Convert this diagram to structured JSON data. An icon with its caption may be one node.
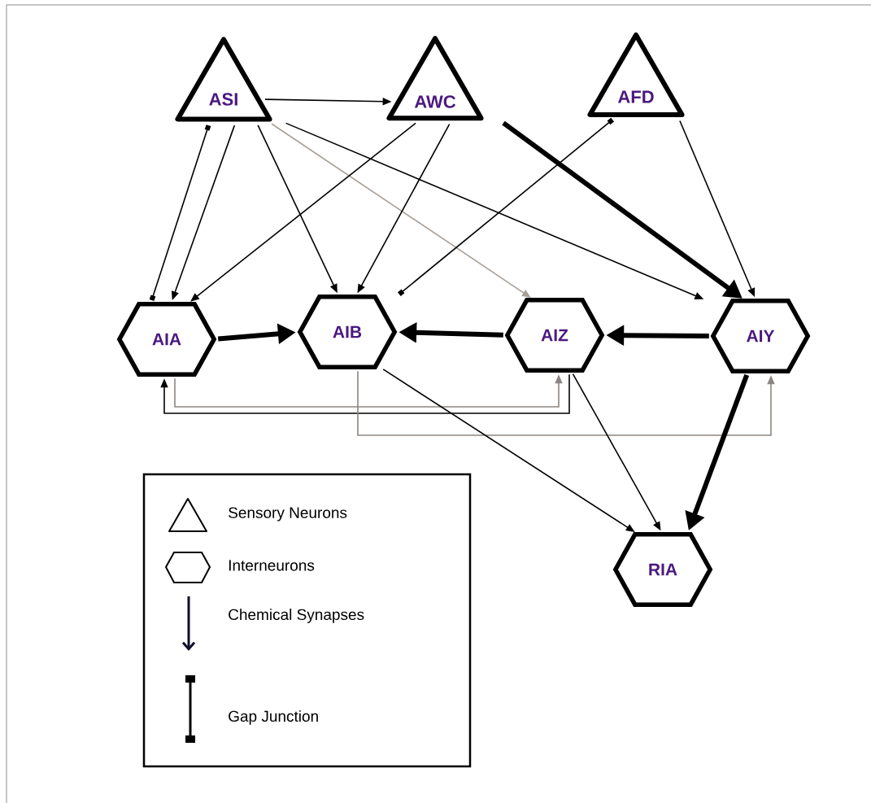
{
  "diagram": {
    "nodes": [
      {
        "text": [
          "ASI"
        ]
      },
      {
        "text": [
          "AWC"
        ]
      },
      {
        "text": [
          "AFD"
        ]
      },
      {
        "text": [
          "AIA"
        ]
      },
      {
        "text": [
          "AIB"
        ]
      },
      {
        "text": [
          "AIZ"
        ]
      },
      {
        "text": [
          "AIY"
        ]
      },
      {
        "text": [
          "RIA"
        ]
      }
    ],
    "edges": [
      {
        "from": 0,
        "to": 1,
        "arrow": "to"
      },
      {
        "from": 0,
        "to": 3,
        "arrow": "other"
      },
      {
        "from": 0,
        "to": 3,
        "arrow": "to"
      },
      {
        "from": 0,
        "to": 4,
        "arrow": "to"
      },
      {
        "from": 0,
        "to": 5,
        "arrow": "to",
        "color": "#a8a098"
      },
      {
        "from": 0,
        "to": 6,
        "arrow": "to"
      },
      {
        "from": 1,
        "to": 3,
        "arrow": "to"
      },
      {
        "from": 1,
        "to": 4,
        "arrow": "to"
      },
      {
        "from": 1,
        "to": 6,
        "arrow": "to",
        "style": "thick"
      },
      {
        "from": 2,
        "to": 4,
        "arrow": "other"
      },
      {
        "from": 2,
        "to": 6,
        "arrow": "to"
      },
      {
        "from": 3,
        "to": 4,
        "arrow": "to",
        "style": "thick"
      },
      {
        "from": 5,
        "to": 4,
        "arrow": "to",
        "style": "thick"
      },
      {
        "from": 6,
        "to": 5,
        "arrow": "to",
        "style": "thick"
      },
      {
        "from": 3,
        "to": 5,
        "arrow": "to",
        "color": "#8c8680"
      },
      {
        "from": 5,
        "to": 3,
        "arrow": "to"
      },
      {
        "from": 4,
        "to": 6,
        "arrow": "to",
        "color": "#8c8680"
      },
      {
        "from": 4,
        "to": 7,
        "arrow": "to"
      },
      {
        "from": 5,
        "to": 7,
        "arrow": "to"
      },
      {
        "from": 6,
        "to": 7,
        "arrow": "to",
        "style": "thick"
      }
    ],
    "legend": [
      {
        "text": "Sensory Neurons"
      },
      {
        "text": "Interneurons"
      },
      {
        "text": "Chemical Synapses"
      },
      {
        "text": "Gap Junction"
      }
    ]
  }
}
